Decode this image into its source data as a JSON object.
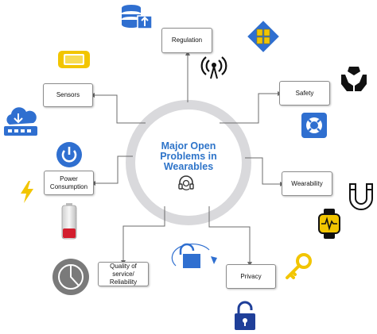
{
  "diagram": {
    "center_title_lines": [
      "Major Open",
      "Problems in",
      "Wearables"
    ],
    "nodes": {
      "regulation": "Regulation",
      "sensors": "Sensors",
      "safety": "Safety",
      "power_consumption": "Power Consumption",
      "wearability": "Wearability",
      "quality_of_service": "Quality of service/ Reliability",
      "privacy": "Privacy"
    }
  },
  "colors": {
    "ring": "#d9d9dc",
    "title": "#2e74c9",
    "connector": "#6b6b6b",
    "icon_blue": "#2f6fd0",
    "icon_yellow": "#f2c500",
    "icon_gray": "#7a7a7a"
  },
  "icons": [
    "database-upload-icon",
    "cubes-icon",
    "wireless-signal-icon",
    "sensor-device-icon",
    "cloud-network-icon",
    "safety-hands-icon",
    "lifebuoy-icon",
    "power-button-icon",
    "lightning-icon",
    "battery-icon",
    "horseshoe-magnet-icon",
    "smartwatch-icon",
    "pie-chart-icon",
    "lock-sync-icon",
    "key-icon",
    "padlock-icon",
    "headset-icon"
  ]
}
